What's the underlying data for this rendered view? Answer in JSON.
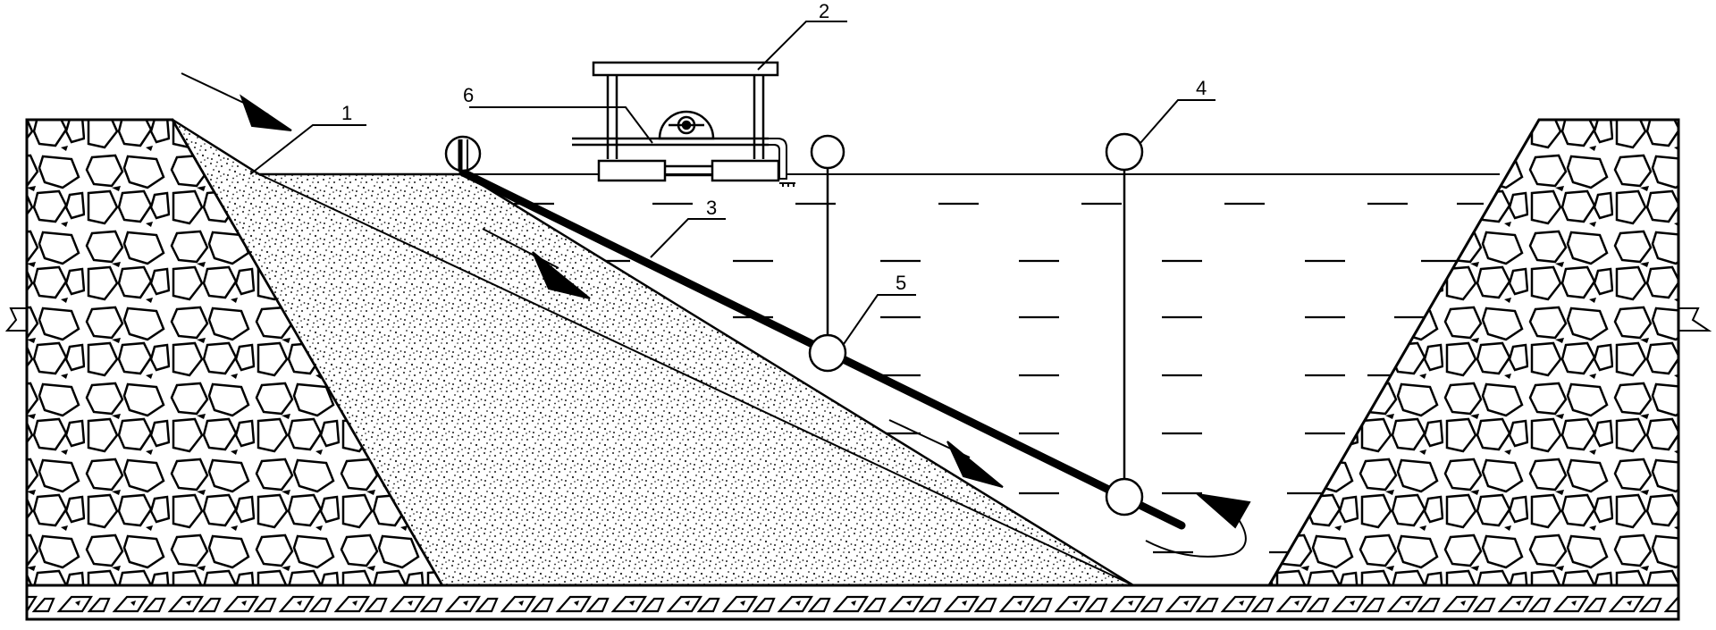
{
  "labels": {
    "l1": "1",
    "l2": "2",
    "l3": "3",
    "l4": "4",
    "l5": "5",
    "l6": "6"
  },
  "colors": {
    "ink": "#000000",
    "paper": "#ffffff",
    "sediment_dots": "#1a1a1a"
  }
}
